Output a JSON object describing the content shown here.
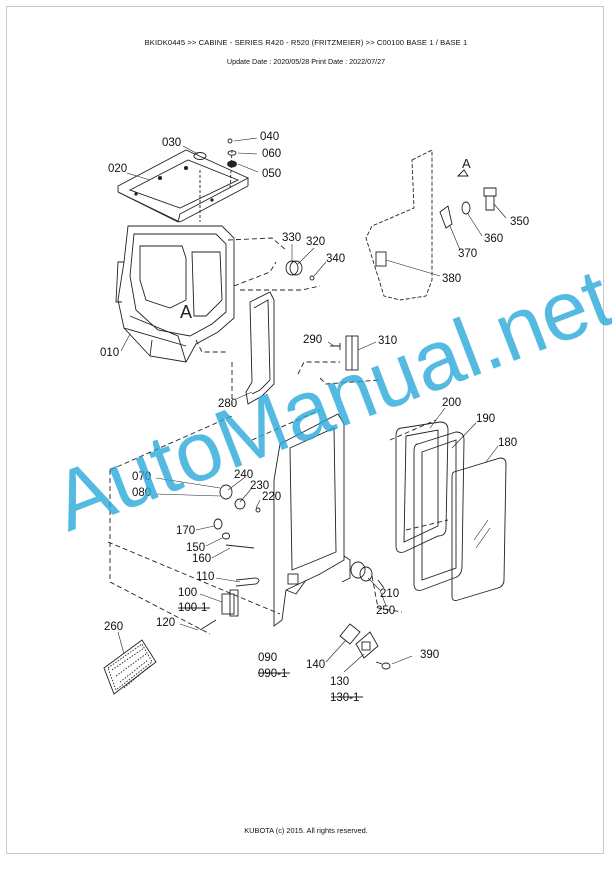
{
  "header": {
    "breadcrumb": "BKIDK0445 >> CABINE - SERIES R420 - R520 (FRITZMEIER) >> C00100   BASE 1 / BASE 1",
    "dates": "Update Date : 2020/05/28   Print Date : 2022/07/27"
  },
  "footer": {
    "copyright": "KUBOTA (c) 2015. All rights reserved."
  },
  "watermark": {
    "text": "AutoManual.net",
    "color": "#24a6d8"
  },
  "callouts": {
    "c010": "010",
    "c020": "020",
    "c030": "030",
    "c040": "040",
    "c050": "050",
    "c060": "060",
    "c070": "070",
    "c080": "080",
    "c090": "090",
    "c090_1": "090-1",
    "c100": "100",
    "c100_1": "100-1",
    "c110": "110",
    "c120": "120",
    "c130": "130",
    "c130_1": "130-1",
    "c140": "140",
    "c150": "150",
    "c160": "160",
    "c170": "170",
    "c180": "180",
    "c190": "190",
    "c200": "200",
    "c210": "210",
    "c220": "220",
    "c230": "230",
    "c240": "240",
    "c250": "250",
    "c260": "260",
    "c280": "280",
    "c290": "290",
    "c310": "310",
    "c320": "320",
    "c330": "330",
    "c340": "340",
    "c350": "350",
    "c360": "360",
    "c370": "370",
    "c380": "380",
    "c390": "390",
    "viewA_top": "A",
    "viewA_cab": "A"
  }
}
